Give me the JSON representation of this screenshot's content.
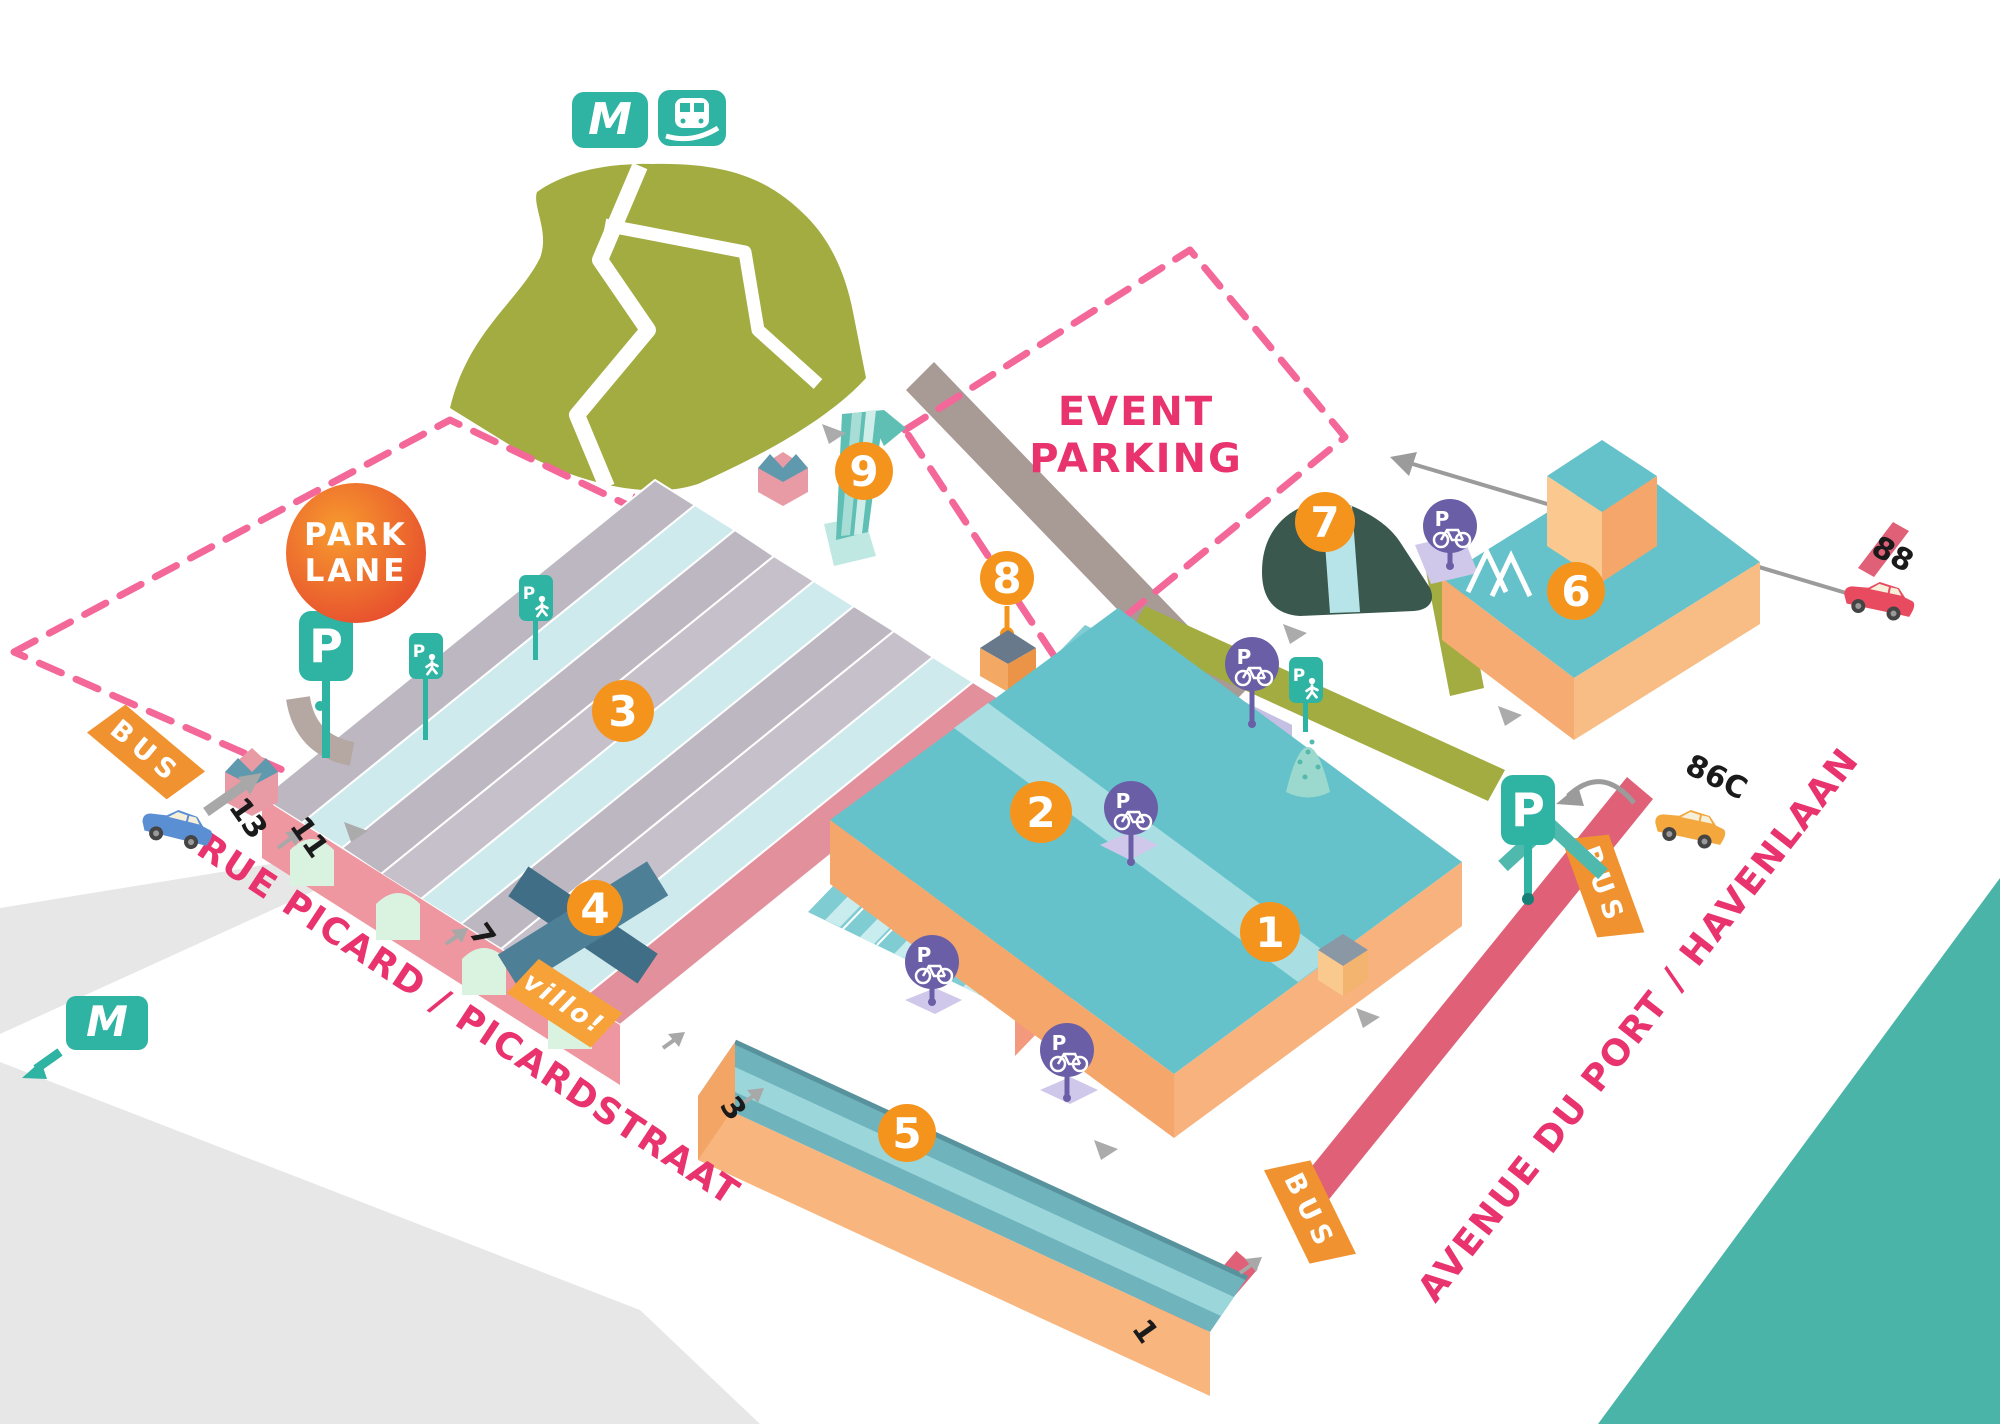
{
  "colors": {
    "teal": "#2fb3a3",
    "orange": "#f5941d",
    "pink": "#e8336e",
    "dashpink": "#f46899",
    "purple": "#6a5fa7",
    "olive": "#a2ac40",
    "water": "#4ab4a9",
    "roadred": "#e06078",
    "busorange": "#f0922f",
    "taupe": "#a89a95"
  },
  "labels": {
    "park_lane": {
      "line1": "PARK",
      "line2": "LANE"
    },
    "event_parking": {
      "line1": "EVENT",
      "line2": "PARKING"
    },
    "street_left": "RUE PICARD / PICARDSTRAAT",
    "street_right": "AVENUE DU PORT / HAVENLAAN",
    "villo": "villo!",
    "bus": "BUS"
  },
  "icons": {
    "metro_letter": "M",
    "parking_letter": "P"
  },
  "buildings": [
    {
      "number": "1"
    },
    {
      "number": "2"
    },
    {
      "number": "3"
    },
    {
      "number": "4"
    },
    {
      "number": "5"
    },
    {
      "number": "6"
    },
    {
      "number": "7"
    },
    {
      "number": "8"
    },
    {
      "number": "9"
    }
  ],
  "line_numbers": {
    "n13": "13",
    "n11": "11",
    "n7": "7",
    "n3": "3",
    "n1": "1",
    "n88": "88",
    "n86c": "86C"
  }
}
